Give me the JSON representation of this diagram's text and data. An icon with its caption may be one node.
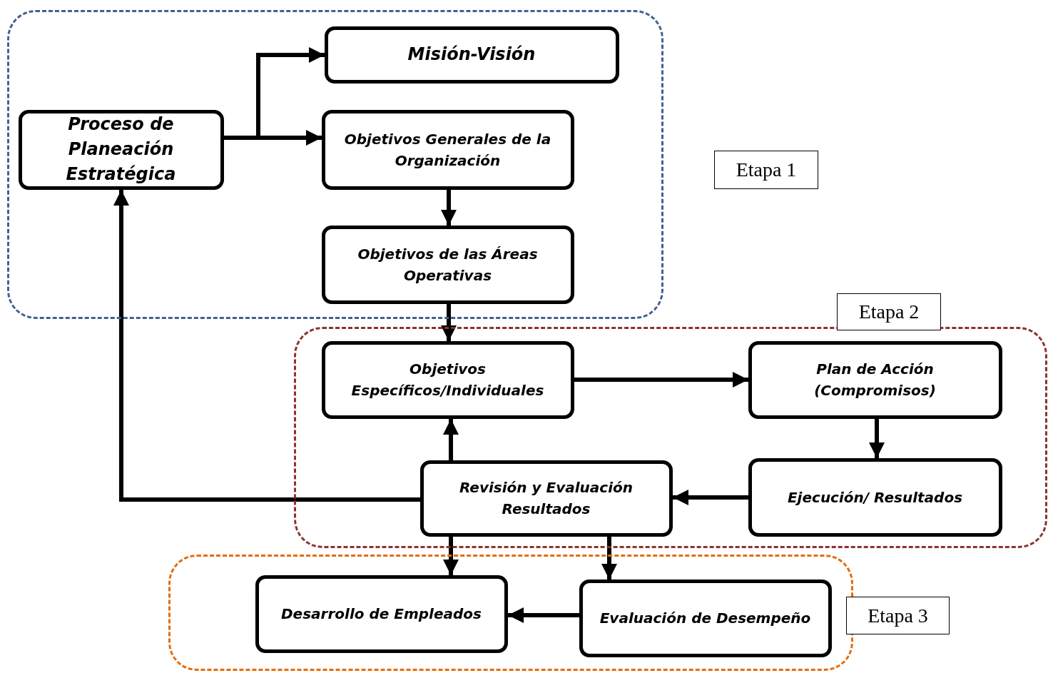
{
  "diagram": {
    "nodes": [
      {
        "text": [
          "Etapa 1"
        ]
      },
      {
        "text": [
          "Proceso de Planeación Estratégica"
        ],
        "in": 0
      },
      {
        "text": [
          "Misión-Visión"
        ],
        "in": 0
      },
      {
        "text": [
          "Objetivos Generales de la Organización"
        ],
        "in": 0
      },
      {
        "text": [
          "Objetivos de las Áreas Operativas"
        ],
        "in": 0
      },
      {
        "text": [
          "Etapa 2"
        ]
      },
      {
        "text": [
          "Objetivos Específicos/Individuales"
        ],
        "in": 5
      },
      {
        "text": [
          "Plan de Acción (Compromisos)"
        ],
        "in": 5
      },
      {
        "text": [
          "Revisión y Evaluación Resultados"
        ],
        "in": 5
      },
      {
        "text": [
          "Ejecución/ Resultados"
        ],
        "in": 5
      },
      {
        "text": [
          "Etapa 3"
        ]
      },
      {
        "text": [
          "Desarrollo de Empleados"
        ],
        "in": 10
      },
      {
        "text": [
          "Evaluación de Desempeño"
        ],
        "in": 10
      }
    ],
    "edges": [
      {
        "from": 1,
        "to": 2,
        "arrow": "to"
      },
      {
        "from": 1,
        "to": 3,
        "arrow": "to"
      },
      {
        "from": 3,
        "to": 4,
        "arrow": "to"
      },
      {
        "from": 4,
        "to": 6,
        "arrow": "to"
      },
      {
        "from": 6,
        "to": 7,
        "arrow": "to"
      },
      {
        "from": 7,
        "to": 9,
        "arrow": "to"
      },
      {
        "from": 9,
        "to": 8,
        "arrow": "to"
      },
      {
        "from": 8,
        "to": 6,
        "arrow": "to"
      },
      {
        "from": 8,
        "to": 1,
        "arrow": "to"
      },
      {
        "from": 8,
        "to": 11,
        "arrow": "to"
      },
      {
        "from": 8,
        "to": 12,
        "arrow": "to"
      },
      {
        "from": 12,
        "to": 11,
        "arrow": "to"
      }
    ]
  }
}
